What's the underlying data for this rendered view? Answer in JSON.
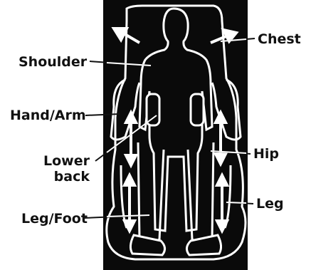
{
  "labels": {
    "shoulder": "Shoulder",
    "chest": "Chest",
    "hand_arm": "Hand/Arm",
    "lower_back_line1": "Lower",
    "lower_back_line2": "back",
    "hip": "Hip",
    "leg": "Leg",
    "leg_foot": "Leg/Foot"
  },
  "colors": {
    "panel": "#0a0a0a",
    "outline": "#ffffff",
    "label_text": "#111111",
    "leader_line": "#111111"
  }
}
